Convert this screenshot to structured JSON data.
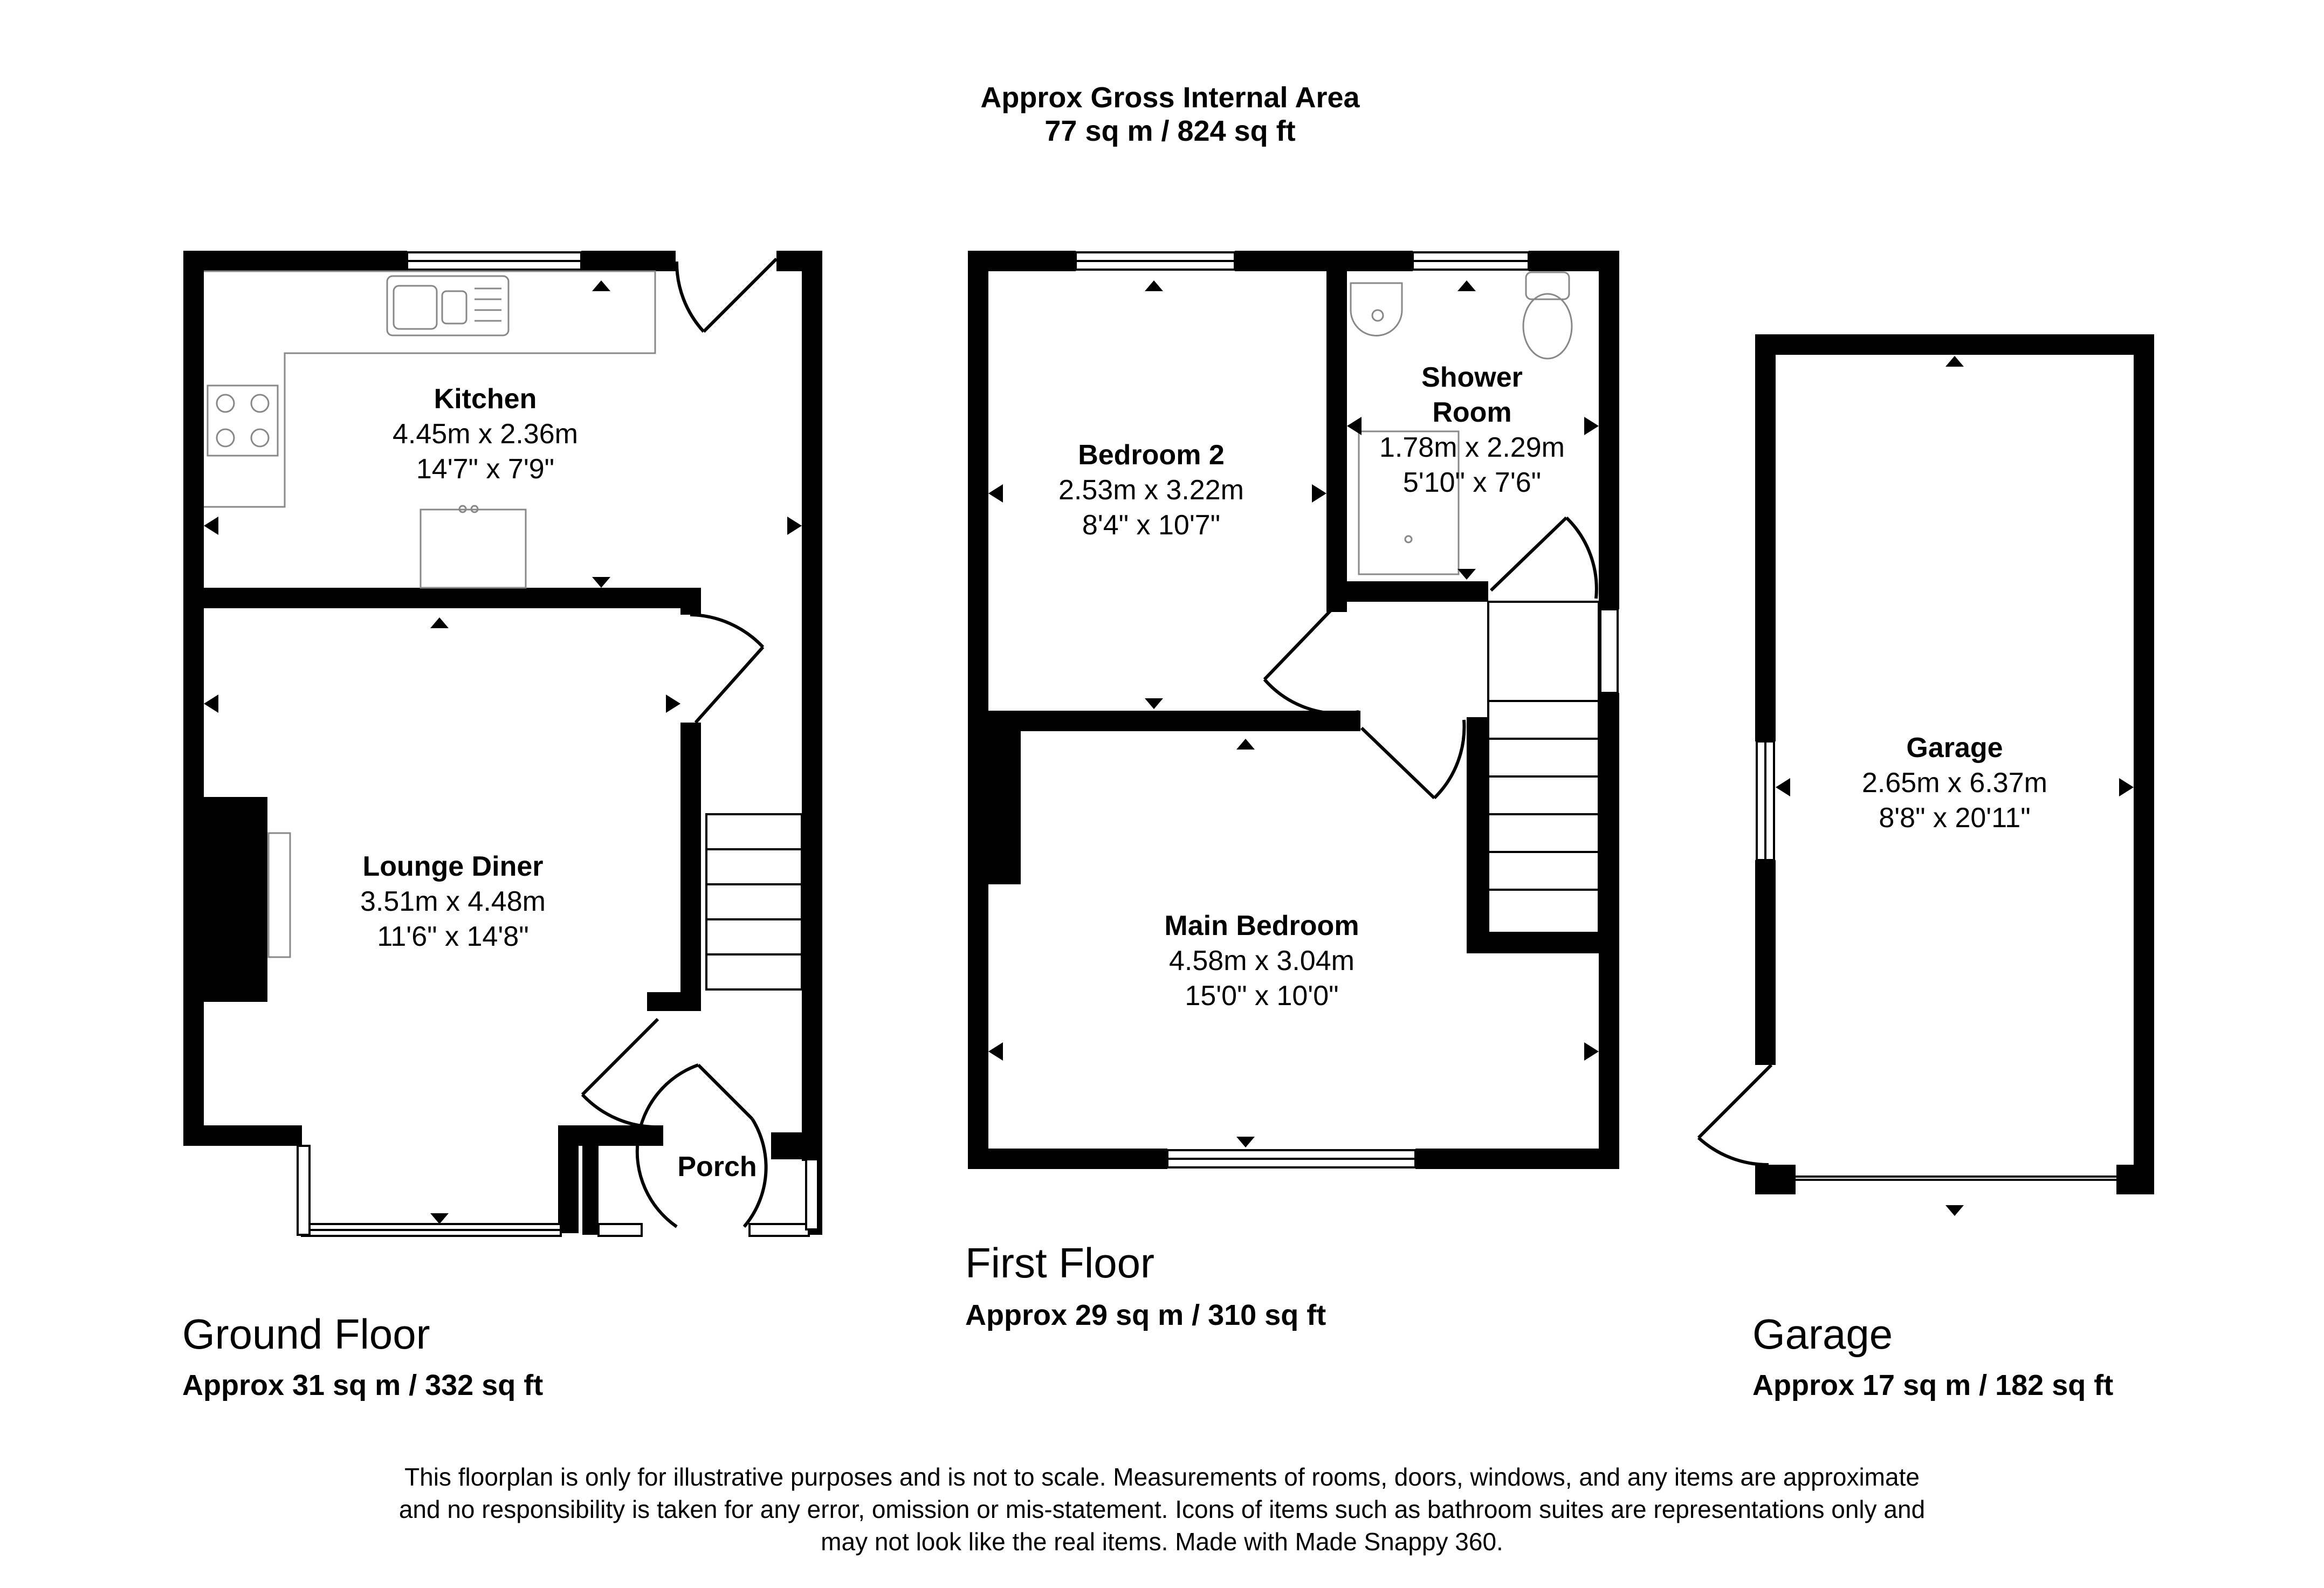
{
  "header": {
    "title": "Approx Gross Internal Area",
    "area": "77 sq m / 824 sq ft"
  },
  "floors": {
    "ground": {
      "name": "Ground Floor",
      "area": "Approx 31 sq m / 332 sq ft"
    },
    "first": {
      "name": "First Floor",
      "area": "Approx 29 sq m / 310 sq ft"
    },
    "garage": {
      "name": "Garage",
      "area": "Approx 17 sq m / 182 sq ft"
    }
  },
  "rooms": {
    "kitchen": {
      "name": "Kitchen",
      "metric": "4.45m x 2.36m",
      "imperial": "14'7\" x 7'9\""
    },
    "lounge": {
      "name": "Lounge Diner",
      "metric": "3.51m x 4.48m",
      "imperial": "11'6\" x 14'8\""
    },
    "porch": {
      "name": "Porch"
    },
    "bedroom2": {
      "name": "Bedroom 2",
      "metric": "2.53m x 3.22m",
      "imperial": "8'4\" x 10'7\""
    },
    "shower": {
      "name_line1": "Shower",
      "name_line2": "Room",
      "metric": "1.78m x 2.29m",
      "imperial": "5'10\" x 7'6\""
    },
    "main_bedroom": {
      "name": "Main Bedroom",
      "metric": "4.58m x 3.04m",
      "imperial": "15'0\" x 10'0\""
    },
    "garage": {
      "name": "Garage",
      "metric": "2.65m x 6.37m",
      "imperial": "8'8\" x 20'11\""
    }
  },
  "disclaimer": {
    "line1": "This floorplan is only for illustrative purposes and is not to scale. Measurements of rooms, doors, windows, and any items are approximate",
    "line2": "and no responsibility is taken for any error, omission or mis-statement. Icons of items such as bathroom suites are representations only and",
    "line3": "may not look like the real items. Made with Made Snappy 360."
  },
  "colors": {
    "wall": "#000000",
    "fixture_stroke": "#888888",
    "background": "#ffffff"
  }
}
